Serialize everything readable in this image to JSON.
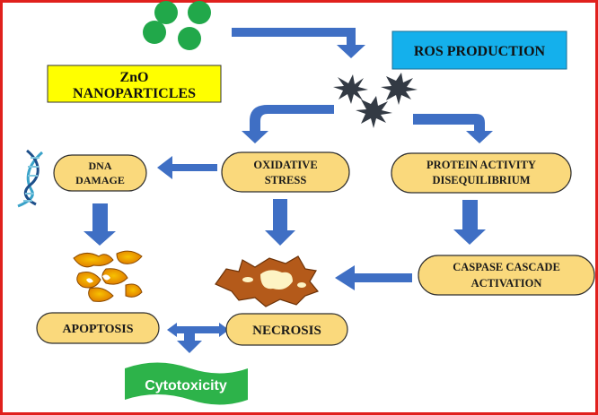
{
  "colors": {
    "frame": "#e0201d",
    "arrow": "#3f6fc4",
    "pill_fill": "#fad97c",
    "pill_stroke": "#2e2e2e",
    "zno_box": "#ffff00",
    "ros_box": "#14b0ec",
    "nanoparticle": "#21a84a",
    "ros_particle": "#333a44",
    "banner": "#2db34a"
  },
  "zno_label": {
    "line1": "ZnO",
    "line2": "NANOPARTICLES"
  },
  "ros_label": "ROS PRODUCTION",
  "nodes": {
    "dna_damage": {
      "line1": "DNA",
      "line2": "DAMAGE"
    },
    "oxidative_stress": {
      "line1": "OXIDATIVE",
      "line2": "STRESS"
    },
    "protein_activity": {
      "line1": "PROTEIN ACTIVITY",
      "line2": "DISEQUILIBRIUM"
    },
    "caspase_cascade": {
      "line1": "CASPASE CASCADE",
      "line2": "ACTIVATION"
    },
    "apoptosis": "APOPTOSIS",
    "necrosis": "NECROSIS"
  },
  "outcome": "Cytotoxicity",
  "icons": [
    "nanoparticle-icon",
    "ros-particle-icon",
    "dna-helix-icon",
    "apoptotic-cell-icon",
    "necrotic-cell-icon"
  ]
}
